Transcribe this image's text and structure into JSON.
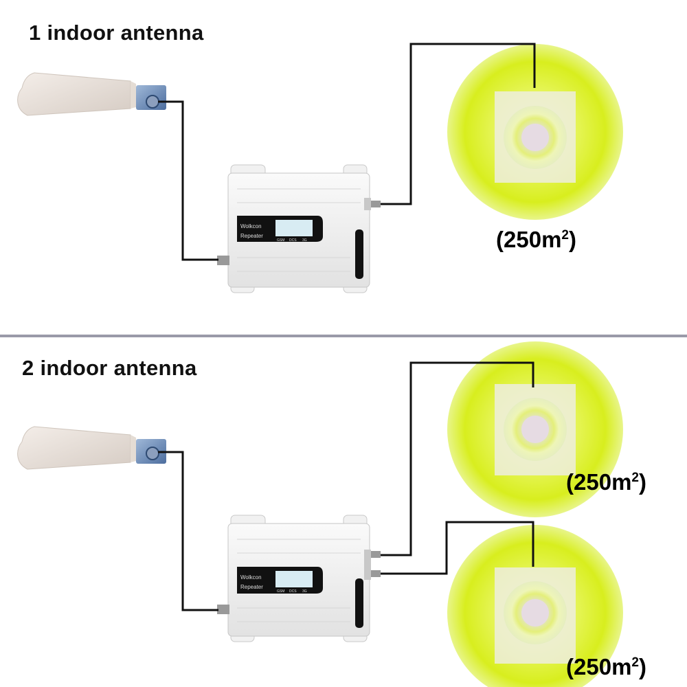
{
  "sections": [
    {
      "title": "1 indoor antenna",
      "repeater": {
        "brand": "Wolkcon",
        "model": "Repeater",
        "bands": [
          "GSM",
          "DCS",
          "3G"
        ]
      },
      "coverage": [
        {
          "area_value": "250",
          "unit": "m",
          "exp": "2"
        }
      ]
    },
    {
      "title": "2 indoor antenna",
      "repeater": {
        "brand": "Wolkcon",
        "model": "Repeater",
        "bands": [
          "GSM",
          "DCS",
          "3G"
        ]
      },
      "coverage": [
        {
          "area_value": "250",
          "unit": "m",
          "exp": "2"
        },
        {
          "area_value": "250",
          "unit": "m",
          "exp": "2"
        }
      ]
    }
  ],
  "colors": {
    "coverage_glow": "#d9f01a",
    "cable": "#111111",
    "divider": "#9a9aa8"
  }
}
